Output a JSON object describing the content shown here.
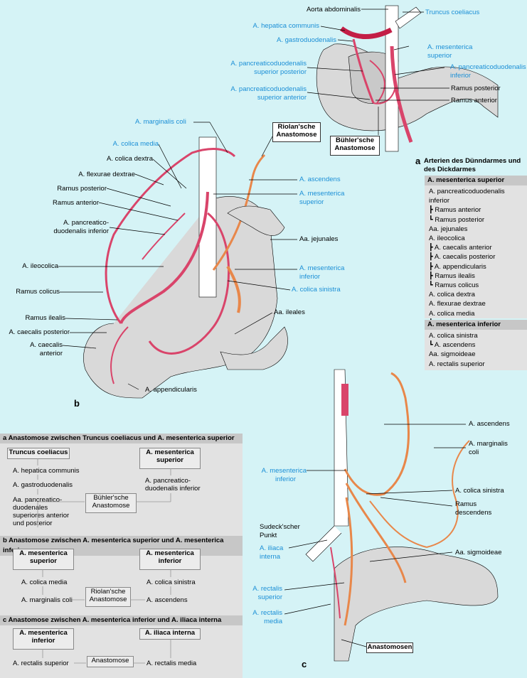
{
  "panel_a": {
    "letter": "a",
    "labels": {
      "aorta_abdominalis": "Aorta abdominalis",
      "truncus_coeliacus": "Truncus coeliacus",
      "hepatica_communis": "A. hepatica communis",
      "gastroduodenalis": "A. gastroduodenalis",
      "mesenterica_superior_l1": "A. mesenterica",
      "mesenterica_superior_l2": "superior",
      "pd_sup_post_l1": "A. pancreaticoduodenalis",
      "pd_sup_post_l2": "superior posterior",
      "pd_inf_l1": "A. pancreaticoduodenalis",
      "pd_inf_l2": "inferior",
      "ramus_posterior": "Ramus posterior",
      "pd_sup_ant_l1": "A. pancreaticoduodenalis",
      "pd_sup_ant_l2": "superior anterior",
      "ramus_anterior": "Ramus anterior",
      "buehler_l1": "Bühler'sche",
      "buehler_l2": "Anastomose"
    }
  },
  "panel_b": {
    "letter": "b",
    "labels": {
      "marginalis_coli": "A. marginalis coli",
      "riolan_l1": "Riolan'sche",
      "riolan_l2": "Anastomose",
      "colica_media": "A. colica media",
      "colica_dextra": "A. colica dextra",
      "flexurae_dextrae": "A. flexurae dextrae",
      "ramus_posterior": "Ramus posterior",
      "ramus_anterior": "Ramus anterior",
      "pd_inf_l1": "A. pancreatico-",
      "pd_inf_l2": "duodenalis inferior",
      "ileocolica": "A. ileocolica",
      "ramus_colicus": "Ramus colicus",
      "ramus_ilealis": "Ramus ilealis",
      "caecalis_posterior": "A. caecalis posterior",
      "caecalis_anterior_l1": "A. caecalis",
      "caecalis_anterior_l2": "anterior",
      "appendicularis": "A. appendicularis",
      "ascendens": "A. ascendens",
      "mes_sup_l1": "A. mesenterica",
      "mes_sup_l2": "superior",
      "jejunales": "Aa. jejunales",
      "mes_inf_l1": "A. mesenterica",
      "mes_inf_l2": "inferior",
      "colica_sinistra": "A. colica sinistra",
      "ileales": "Aa. ileales"
    }
  },
  "legend": {
    "title_l1": "Arterien des Dünndarmes und",
    "title_l2": "des Dickdarmes",
    "sup_header": "A. mesenterica superior",
    "sup_items": [
      "A. pancreaticoduodenalis inferior",
      "┣ Ramus anterior",
      "┗ Ramus posterior",
      "Aa. jejunales",
      "A. ileocolica",
      "┣ A. caecalis anterior",
      "┣ A. caecalis posterior",
      "┣ A. appendicularis",
      "┣ Ramus ilealis",
      "┗ Ramus colicus",
      "A. colica dextra",
      "A. flexurae dextrae",
      "A. colica media",
      "┗ A. marginalis coli"
    ],
    "inf_header": "A. mesenterica inferior",
    "inf_items": [
      "A. colica sinistra",
      "┗ A. ascendens",
      "Aa. sigmoideae",
      "A. rectalis superior"
    ]
  },
  "schema": {
    "a_header": "a Anastomose zwischen Truncus coeliacus und A. mesenterica superior",
    "a_left_box": "Truncus coeliacus",
    "a_left_items": [
      "A. hepatica communis",
      "A. gastroduodenalis",
      "Aa. pancreatico-",
      "duodenales",
      "superiores anterior",
      "und posterior"
    ],
    "a_right_box_l1": "A. mesenterica",
    "a_right_box_l2": "superior",
    "a_right_items": [
      "A. pancreatico-",
      "duodenalis inferior"
    ],
    "a_mid_l1": "Bühler'sche",
    "a_mid_l2": "Anastomose",
    "b_header": "b Anastomose zwischen A. mesenterica superior und A. mesenterica inferior",
    "b_left_box_l1": "A. mesenterica",
    "b_left_box_l2": "superior",
    "b_left_items": [
      "A. colica media",
      "A. marginalis coli"
    ],
    "b_right_box_l1": "A. mesenterica",
    "b_right_box_l2": "inferior",
    "b_right_items": [
      "A. colica sinistra",
      "A. ascendens"
    ],
    "b_mid_l1": "Riolan'sche",
    "b_mid_l2": "Anastomose",
    "c_header": "c Anastomose zwischen A. mesenterica inferior und A. iliaca interna",
    "c_left_box_l1": "A. mesenterica",
    "c_left_box_l2": "inferior",
    "c_left_item": "A. rectalis superior",
    "c_right_box": "A. iliaca interna",
    "c_right_item": "A. rectalis media",
    "c_mid": "Anastomose"
  },
  "panel_c": {
    "letter": "c",
    "labels": {
      "ascendens": "A. ascendens",
      "marginalis_l1": "A. marginalis",
      "marginalis_l2": "coli",
      "mes_inf_l1": "A. mesenterica",
      "mes_inf_l2": "inferior",
      "colica_sinistra": "A. colica sinistra",
      "ramus_desc_l1": "Ramus",
      "ramus_desc_l2": "descendens",
      "sudeck_l1": "Sudeck'scher",
      "sudeck_l2": "Punkt",
      "iliaca_l1": "A. iliaca",
      "iliaca_l2": "interna",
      "sigmoideae": "Aa. sigmoideae",
      "rect_sup_l1": "A. rectalis",
      "rect_sup_l2": "superior",
      "rect_med_l1": "A. rectalis",
      "rect_med_l2": "media",
      "anastomosen": "Anastomosen"
    }
  },
  "colors": {
    "background": "#d5f3f6",
    "artery_superior": "#d9446a",
    "artery_inferior": "#e8874a",
    "organ_grey": "#d9d9d9",
    "label_blue": "#1b8fd6"
  }
}
